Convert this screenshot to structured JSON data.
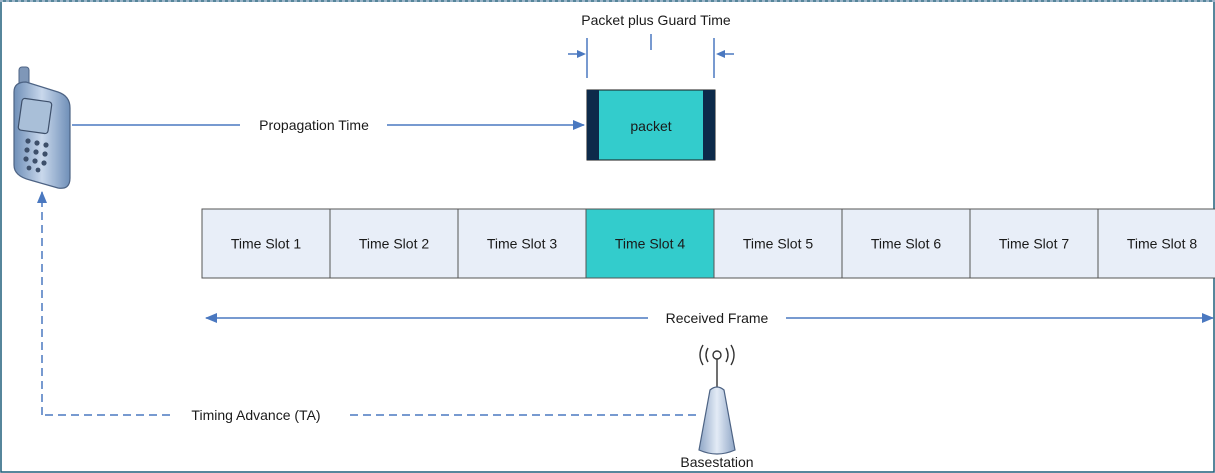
{
  "diagram": {
    "guard_time_label": "Packet plus Guard Time",
    "packet_label": "packet",
    "propagation_label": "Propagation Time",
    "received_frame_label": "Received Frame",
    "timing_advance_label": "Timing Advance (TA)",
    "basestation_label": "Basestation",
    "active_slot_index": 3,
    "time_slots": [
      "Time Slot 1",
      "Time Slot 2",
      "Time Slot 3",
      "Time Slot 4",
      "Time Slot 5",
      "Time Slot 6",
      "Time Slot 7",
      "Time Slot 8"
    ],
    "colors": {
      "border": "#1f5f7a",
      "line": "#4a78c0",
      "slot_fill": "#e8eef8",
      "slot_border": "#555555",
      "active_fill": "#33cccc",
      "packet_fill": "#33cccc",
      "guard_fill": "#0d2a4a"
    }
  }
}
